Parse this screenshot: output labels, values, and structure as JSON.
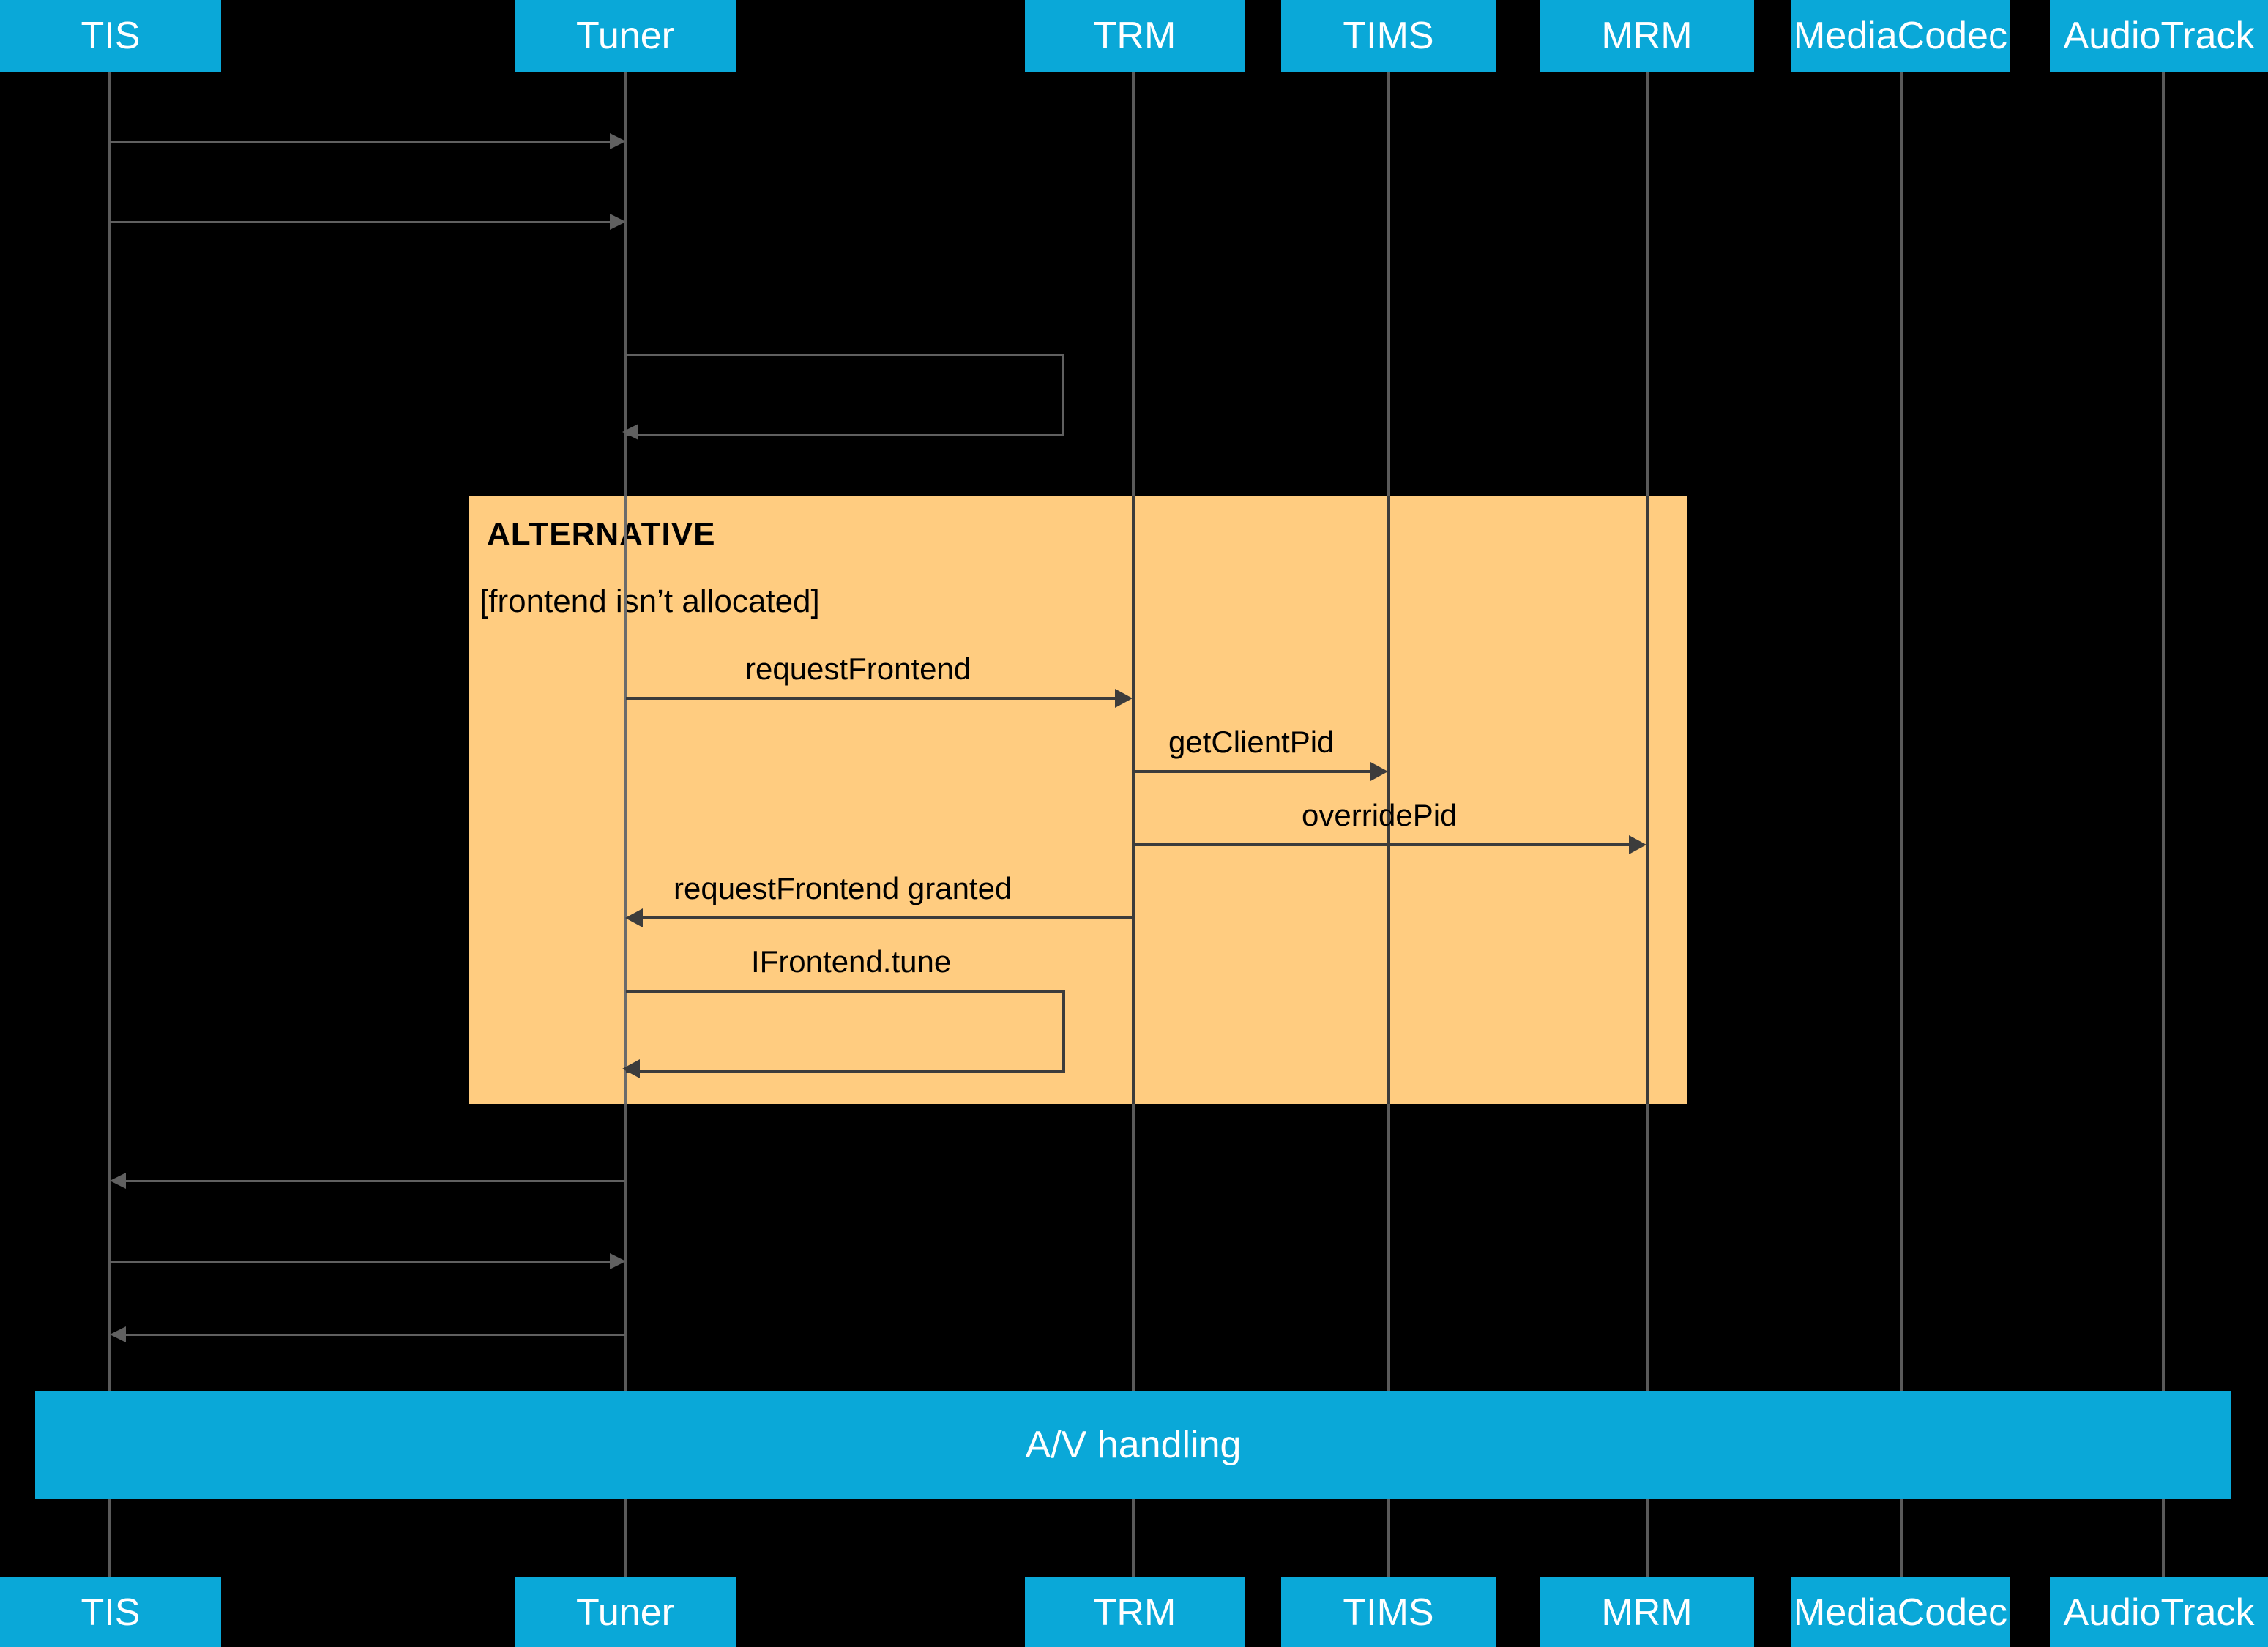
{
  "diagram": {
    "type": "uml-sequence-diagram",
    "background_color": "#000000",
    "actor_color": "#0aa8d8",
    "fragment_color": "#ffcc80",
    "line_color": "#3c3c3c",
    "dim_line_color": "#606060"
  },
  "actors": [
    {
      "id": "tis",
      "label": "TIS"
    },
    {
      "id": "tuner",
      "label": "Tuner"
    },
    {
      "id": "trm",
      "label": "TRM"
    },
    {
      "id": "tims",
      "label": "TIMS"
    },
    {
      "id": "mrm",
      "label": "MRM"
    },
    {
      "id": "mediacodec",
      "label": "MediaCodec"
    },
    {
      "id": "audiotrack",
      "label": "AudioTrack"
    }
  ],
  "actors_bottom": [
    {
      "id": "tis",
      "label": "TIS"
    },
    {
      "id": "tuner",
      "label": "Tuner"
    },
    {
      "id": "trm",
      "label": "TRM"
    },
    {
      "id": "tims",
      "label": "TIMS"
    },
    {
      "id": "mrm",
      "label": "MRM"
    },
    {
      "id": "mediacodec",
      "label": "MediaCodec"
    },
    {
      "id": "audiotrack",
      "label": "AudioTrack"
    }
  ],
  "fragment": {
    "kind": "ALTERNATIVE",
    "title": "ALTERNATIVE",
    "guard": "[frontend isn’t allocated]"
  },
  "messages": [
    {
      "id": "m1",
      "label": "",
      "from": "tis",
      "to": "tuner",
      "direction": "right",
      "kind": "call",
      "labelled": false
    },
    {
      "id": "m2",
      "label": "",
      "from": "tis",
      "to": "tuner",
      "direction": "right",
      "kind": "call",
      "labelled": false
    },
    {
      "id": "m3",
      "label": "",
      "from": "tuner",
      "to": "tuner",
      "direction": "self",
      "kind": "self",
      "labelled": false
    },
    {
      "id": "m4",
      "label": "requestFrontend",
      "from": "tuner",
      "to": "trm",
      "direction": "right",
      "kind": "call",
      "labelled": true
    },
    {
      "id": "m5",
      "label": "getClientPid",
      "from": "trm",
      "to": "tims",
      "direction": "right",
      "kind": "call",
      "labelled": true
    },
    {
      "id": "m6",
      "label": "overridePid",
      "from": "trm",
      "to": "mrm",
      "direction": "right",
      "kind": "call",
      "labelled": true
    },
    {
      "id": "m7",
      "label": "requestFrontend granted",
      "from": "trm",
      "to": "tuner",
      "direction": "left",
      "kind": "return",
      "labelled": true
    },
    {
      "id": "m8",
      "label": "IFrontend.tune",
      "from": "tuner",
      "to": "tuner",
      "direction": "self",
      "kind": "self",
      "labelled": true
    },
    {
      "id": "m9",
      "label": "",
      "from": "tuner",
      "to": "tis",
      "direction": "left",
      "kind": "return",
      "labelled": false
    },
    {
      "id": "m10",
      "label": "",
      "from": "tis",
      "to": "tuner",
      "direction": "right",
      "kind": "call",
      "labelled": false
    },
    {
      "id": "m11",
      "label": "",
      "from": "tuner",
      "to": "tis",
      "direction": "left",
      "kind": "return",
      "labelled": false
    }
  ],
  "av_bar": {
    "label": "A/V handling"
  }
}
